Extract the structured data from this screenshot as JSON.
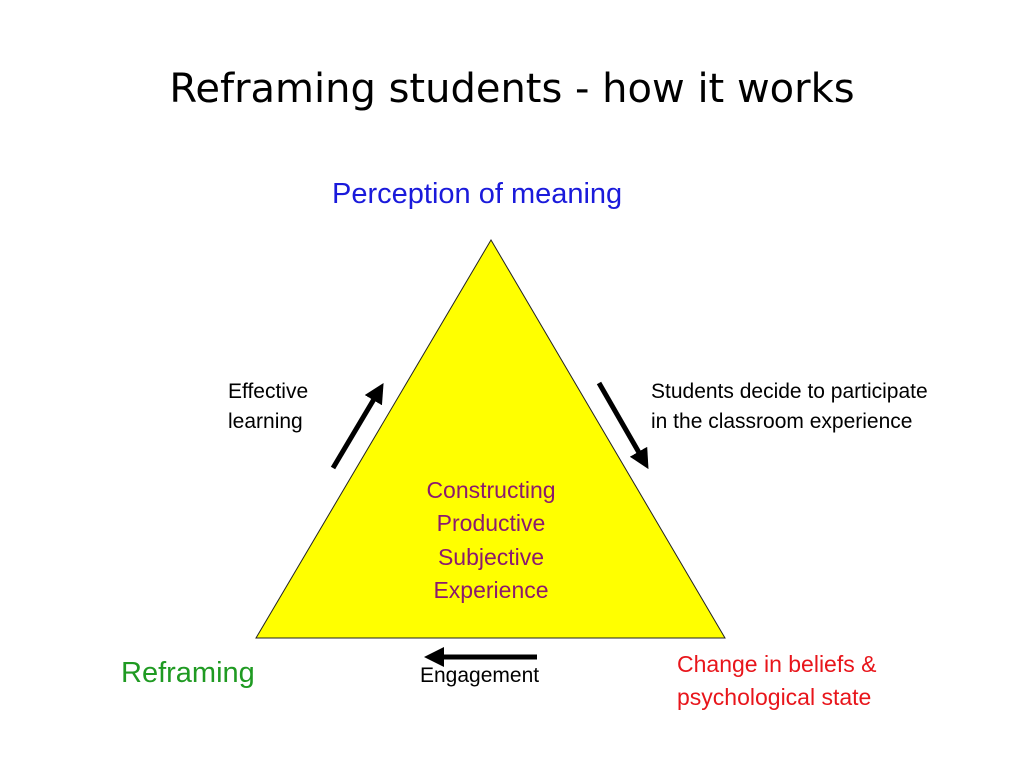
{
  "slide": {
    "title": "Reframing students - how it works"
  },
  "diagram": {
    "top_vertex_label": "Perception of meaning",
    "left_vertex_label": "Reframing",
    "right_vertex_label": [
      "Change in beliefs &",
      "psychological state"
    ],
    "left_edge_label": [
      "Effective",
      "learning"
    ],
    "right_edge_label": [
      "Students decide to participate",
      "in the classroom experience"
    ],
    "bottom_edge_label": "Engagement",
    "center_label": [
      "Constructing",
      "Productive",
      "Subjective",
      "Experience"
    ],
    "colors": {
      "triangle_fill": "#ffff00",
      "triangle_stroke": "#222222",
      "top_vertex": "#1a1adb",
      "left_vertex": "#1f9a22",
      "right_vertex": "#e8151b",
      "center": "#8b1a6e",
      "arrows": "#000000"
    }
  }
}
